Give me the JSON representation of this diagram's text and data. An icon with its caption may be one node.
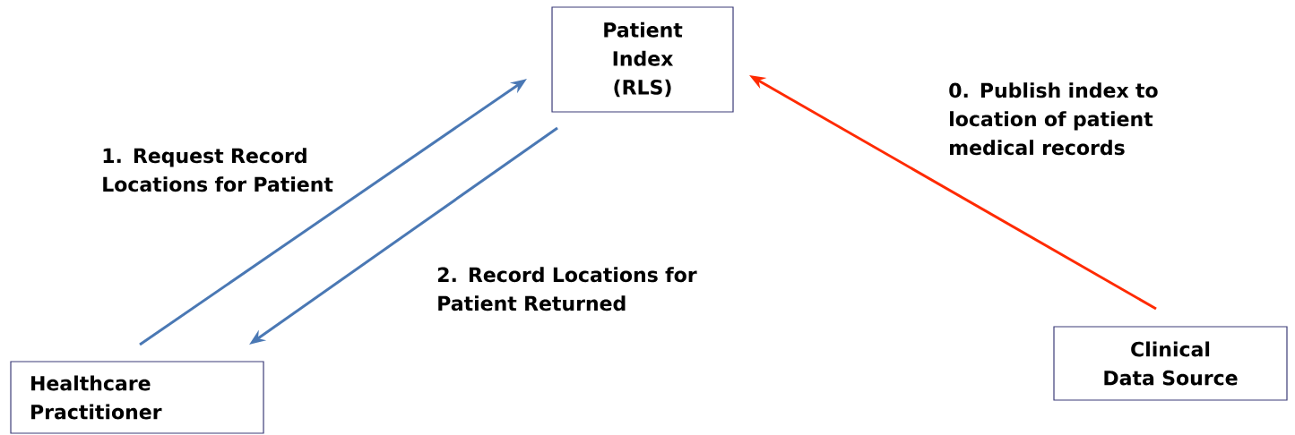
{
  "diagram": {
    "nodes": [
      {
        "text": [
          "Patient Index (RLS)"
        ]
      },
      {
        "text": [
          "Healthcare Practitioner"
        ]
      },
      {
        "text": [
          "Clinical Data Source"
        ]
      }
    ],
    "edges": [
      {
        "from": 1,
        "to": 0,
        "arrow": "to",
        "label": "1.  Request Record Locations for Patient"
      },
      {
        "from": 0,
        "to": 1,
        "arrow": "to",
        "label": "2.  Record Locations for Patient Returned"
      },
      {
        "from": 2,
        "to": 0,
        "arrow": "to",
        "label": "0.  Publish index to location of patient medical records",
        "color": "#ff2a00"
      }
    ]
  }
}
